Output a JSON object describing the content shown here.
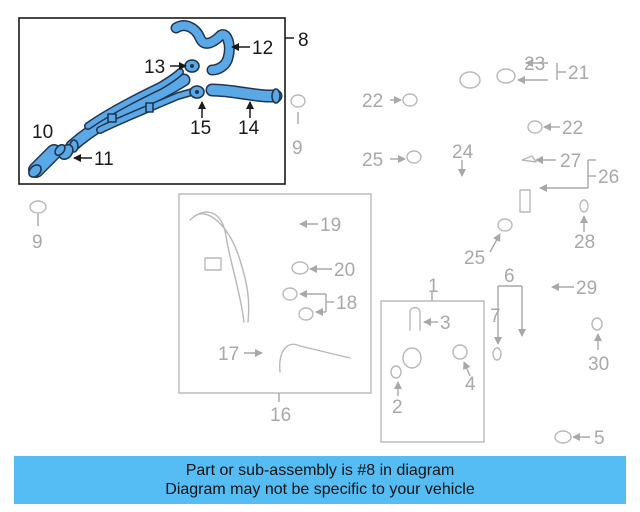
{
  "callouts": {
    "c1": "1",
    "c2": "2",
    "c3": "3",
    "c4": "4",
    "c5": "5",
    "c6": "6",
    "c7": "7",
    "c8": "8",
    "c9a": "9",
    "c9b": "9",
    "c10": "10",
    "c11": "11",
    "c12": "12",
    "c13": "13",
    "c14": "14",
    "c15": "15",
    "c16": "16",
    "c17": "17",
    "c18": "18",
    "c19": "19",
    "c20": "20",
    "c21": "21",
    "c22a": "22",
    "c22b": "22",
    "c23": "23",
    "c24": "24",
    "c25a": "25",
    "c25b": "25",
    "c26": "26",
    "c27": "27",
    "c28": "28",
    "c29": "29",
    "c30": "30"
  },
  "banner": {
    "line1": "Part or sub-assembly is #8 in diagram",
    "line2": "Diagram may not be specific to your vehicle"
  },
  "colors": {
    "highlight": "#5aa9e6",
    "banner": "#55bdf3",
    "grey_parts": "#b8b8b8"
  }
}
